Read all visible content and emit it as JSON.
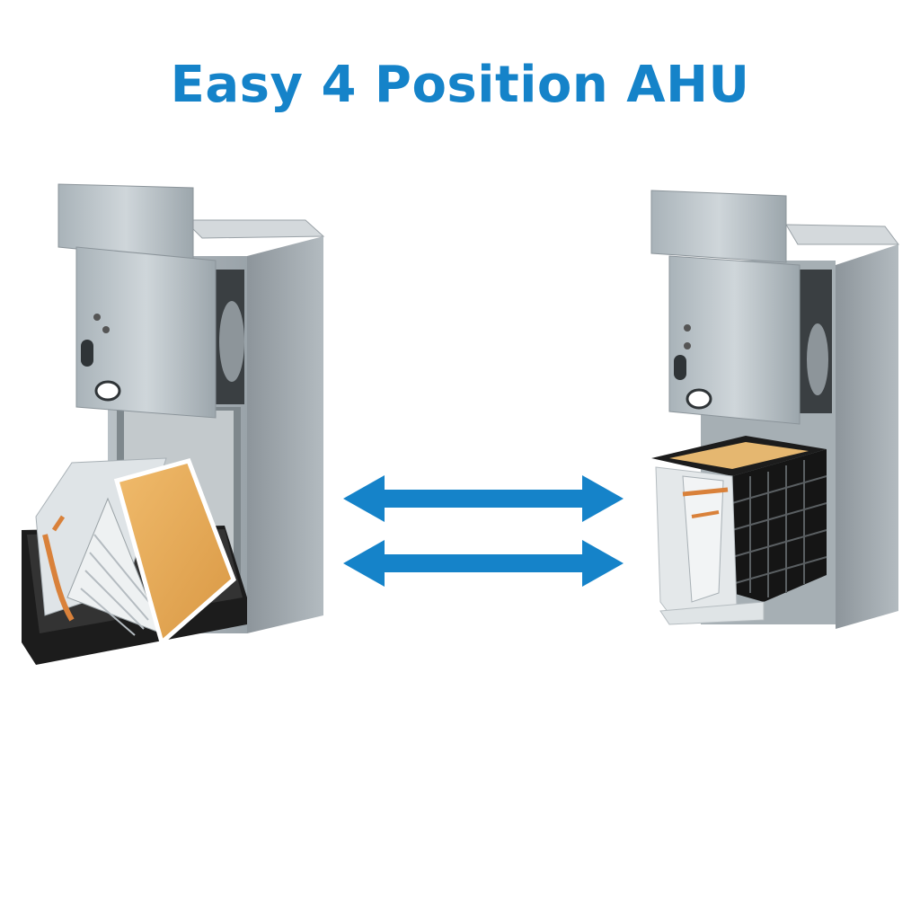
{
  "title": "Easy 4 Position AHU",
  "colors": {
    "accent": "#1583c9",
    "cabinet": "#a9b2b8",
    "coil_panel": "#e3a95a",
    "copper": "#d9813a",
    "tray": "#1c1c1c"
  },
  "illustration": {
    "left_unit": "air-handler-coil-pulled-out-horizontal",
    "right_unit": "air-handler-coil-pulled-out-vertical",
    "arrows": "double-headed-arrows"
  }
}
